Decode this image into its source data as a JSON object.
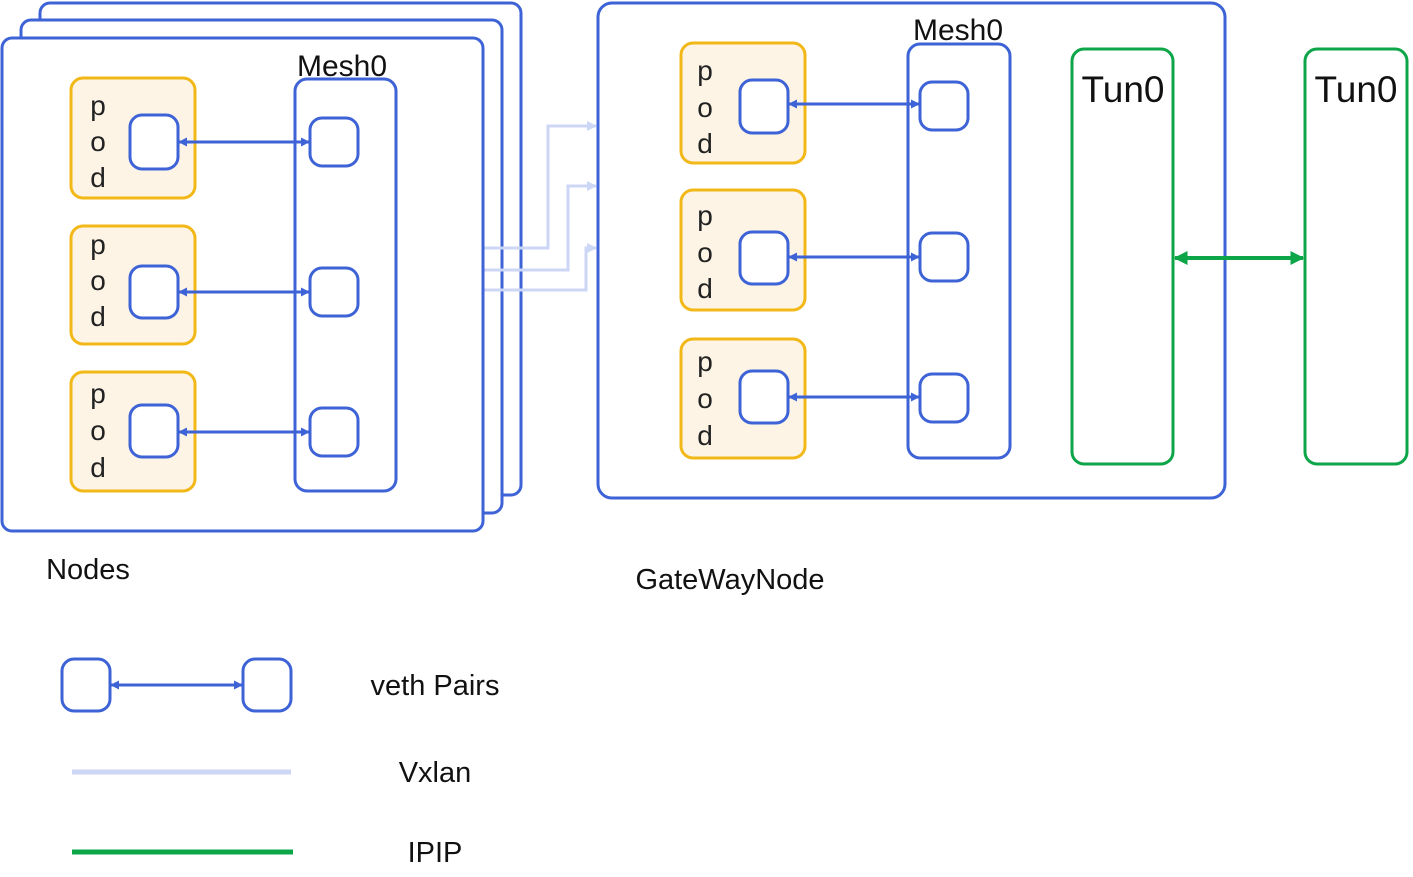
{
  "labels": {
    "nodes": "Nodes",
    "gateway": "GateWayNode",
    "mesh_left": "Mesh0",
    "mesh_right": "Mesh0",
    "tun_inner": "Tun0",
    "tun_outer": "Tun0",
    "pod": [
      "p",
      "o",
      "d"
    ]
  },
  "legend": {
    "veth": "veth Pairs",
    "vxlan": "Vxlan",
    "ipip": "IPIP"
  },
  "colors": {
    "blue": "#3d63d6",
    "pod_stroke": "#f2b818",
    "pod_fill": "#fdf4e6",
    "vxlan": "#ccd6f5",
    "green": "#0ca548"
  }
}
